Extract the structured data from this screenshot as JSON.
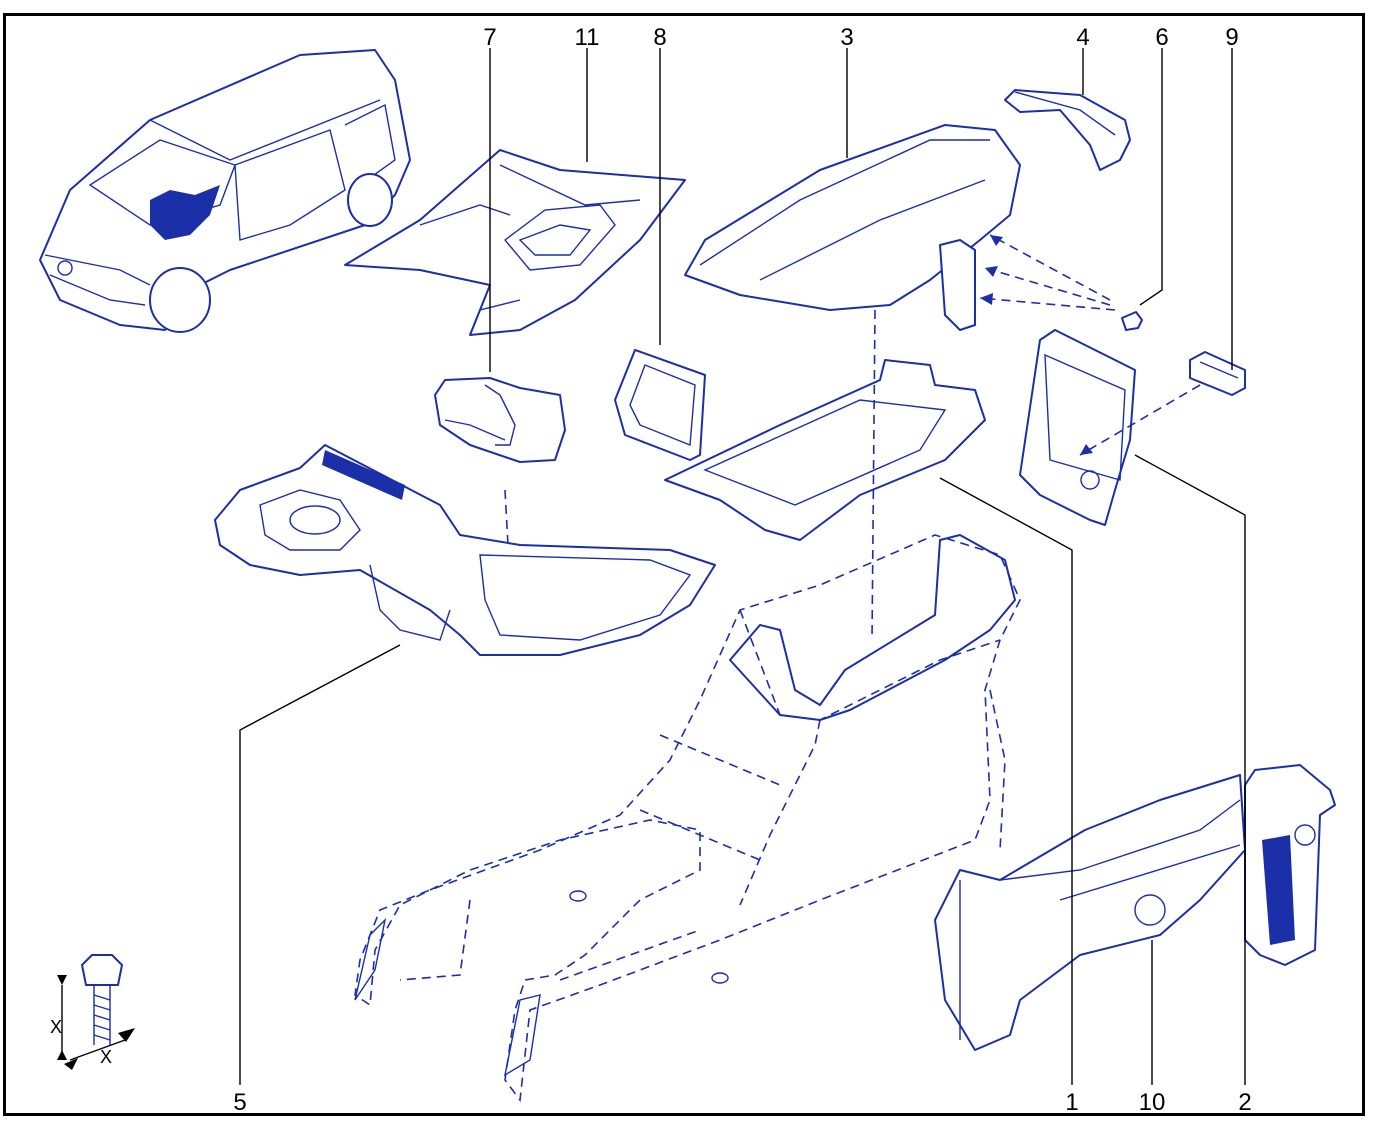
{
  "callouts": [
    {
      "id": "7",
      "text": "7"
    },
    {
      "id": "11",
      "text": "11"
    },
    {
      "id": "8",
      "text": "8"
    },
    {
      "id": "3",
      "text": "3"
    },
    {
      "id": "4",
      "text": "4"
    },
    {
      "id": "6",
      "text": "6"
    },
    {
      "id": "9",
      "text": "9"
    },
    {
      "id": "5",
      "text": "5"
    },
    {
      "id": "1",
      "text": "1"
    },
    {
      "id": "10",
      "text": "10"
    },
    {
      "id": "2",
      "text": "2"
    }
  ],
  "bolt_legend": {
    "dim_x_vertical": "X",
    "dim_x_horizontal": "X"
  },
  "colors": {
    "line": "#1a2fa8",
    "leader": "#000000",
    "frame": "#000000",
    "background": "#ffffff"
  }
}
